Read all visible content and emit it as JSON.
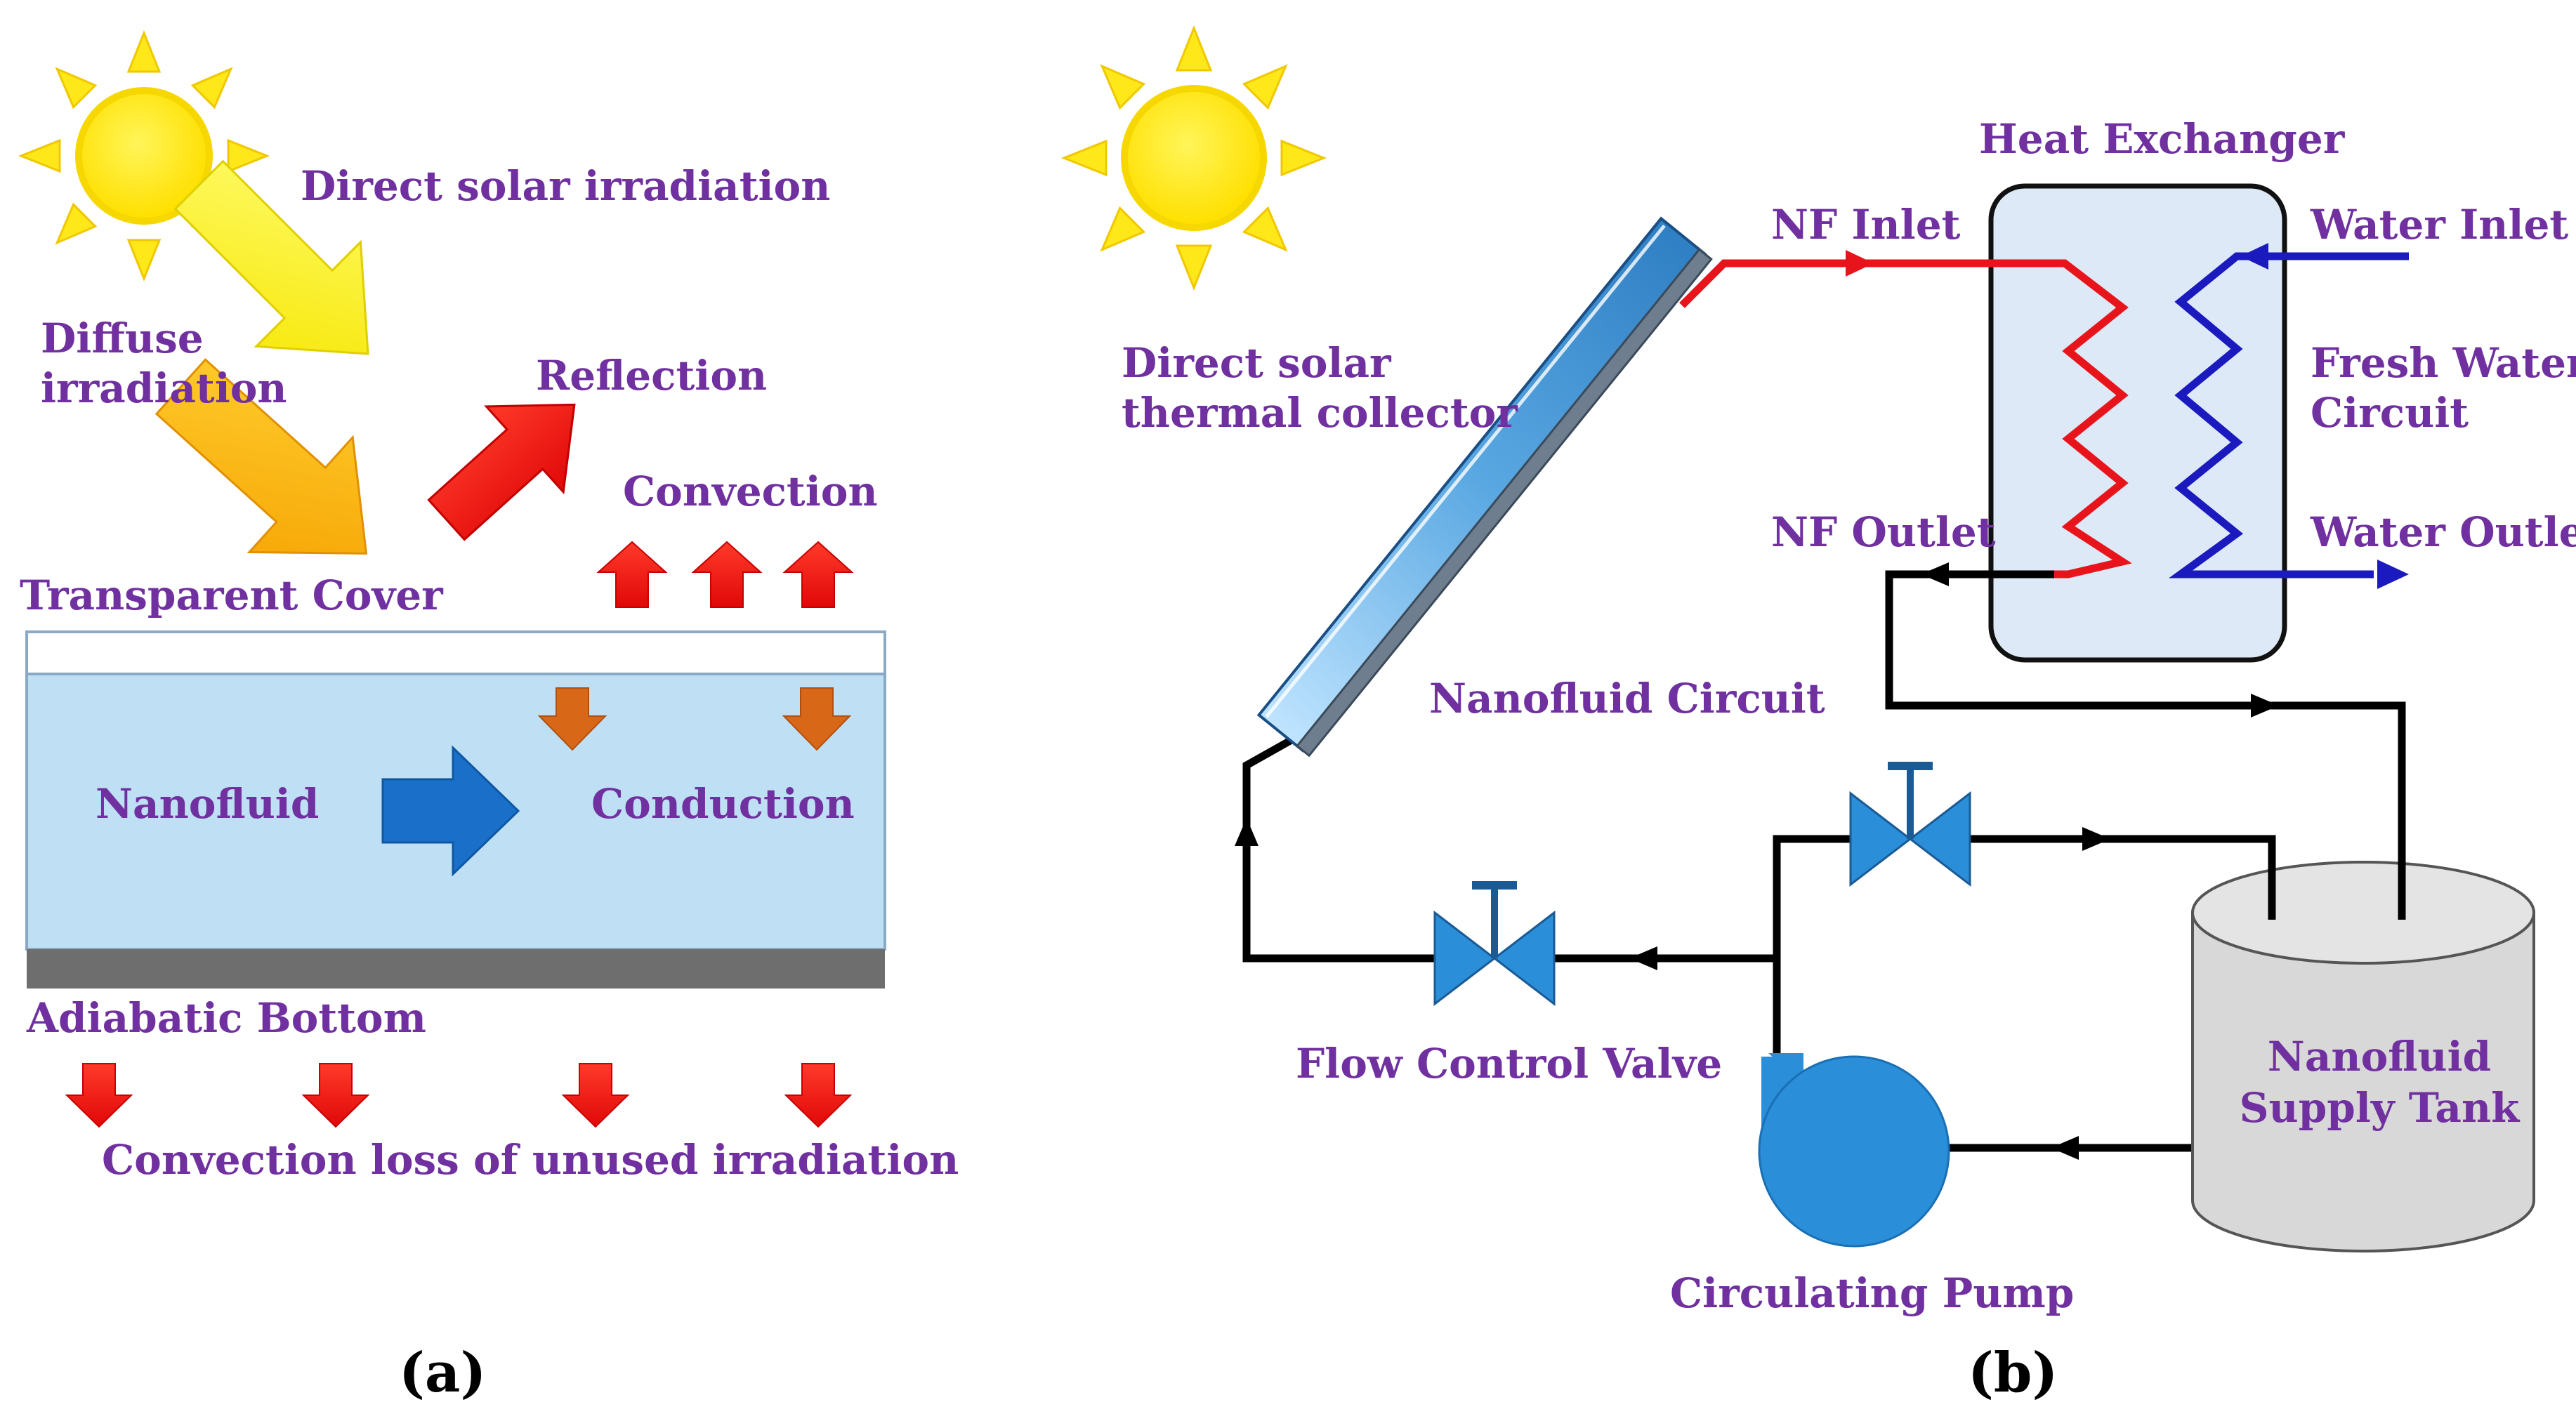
{
  "colors": {
    "label": "#7030a0",
    "nanofluid": "#bfe0f4",
    "hot_line": "#e8141c",
    "cold_line": "#1a1abe",
    "pipe": "#000000",
    "component_blue": "#2a8fd8",
    "tank_grey": "#d8d8d8",
    "sun_yellow": "#ffe81a",
    "arrow_red": "#ee1111",
    "arrow_orange": "#d86818",
    "arrow_blue": "#1a70c8"
  },
  "panel_a": {
    "caption": "(a)",
    "labels": {
      "direct_solar": "Direct solar irradiation",
      "diffuse_1": "Diffuse",
      "diffuse_2": "irradiation",
      "reflection": "Reflection",
      "convection": "Convection",
      "transparent_cover": "Transparent Cover",
      "nanofluid": "Nanofluid",
      "conduction": "Conduction",
      "adiabatic_bottom": "Adiabatic Bottom",
      "convection_loss": "Convection loss of unused irradiation"
    }
  },
  "panel_b": {
    "caption": "(b)",
    "labels": {
      "collector_1": "Direct solar",
      "collector_2": "thermal collector",
      "heat_exchanger": "Heat Exchanger",
      "nf_inlet": "NF Inlet",
      "water_inlet": "Water Inlet",
      "fresh_water_1": "Fresh Water",
      "fresh_water_2": "Circuit",
      "nf_outlet": "NF Outlet",
      "water_outlet": "Water Outlet",
      "nanofluid_circuit": "Nanofluid Circuit",
      "flow_control_valve": "Flow Control Valve",
      "tank_1": "Nanofluid",
      "tank_2": "Supply Tank",
      "circulating_pump": "Circulating Pump"
    }
  }
}
